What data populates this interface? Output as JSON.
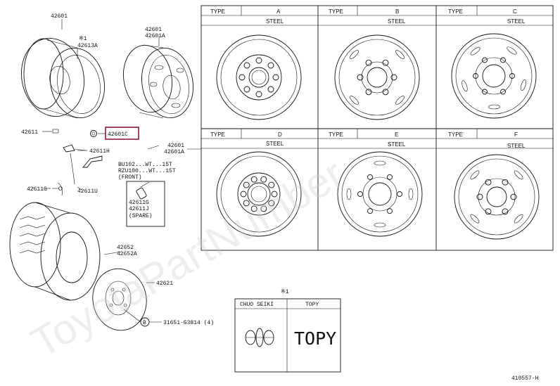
{
  "watermark": "ToyotaPartNumber",
  "labels": {
    "p42601_top": "42601",
    "note1_top": "※1",
    "p42613a": "42613A",
    "p42601_mid": "42601",
    "p42601a_mid": "42601A",
    "p42611": "42611",
    "p42601c": "42601C",
    "p42611h": "42611H",
    "p42611g_left": "42611G",
    "p42611u": "42611U",
    "bu_note": "BU102...WT...15T",
    "rzu_note": "RZU100...WT...15T",
    "front_note": "(FRONT)",
    "p42611g_box": "42611G",
    "p42611j_box": "42611J",
    "spare_note": "(SPARE)",
    "p42652": "42652",
    "p42652a": "42652A",
    "p42621": "42621",
    "b_marker": "B",
    "p_bolt": "31651-G3814 (4)",
    "p42601_right": "42601",
    "p42601a_right": "42601A",
    "figure_code": "410557-H"
  },
  "type_table": {
    "type_header": "TYPE",
    "material": "STEEL",
    "types": [
      "A",
      "B",
      "C",
      "D",
      "E",
      "F"
    ]
  },
  "maker_table": {
    "note": "※1",
    "col1": "CHUO SEIKI",
    "col2": "TOPY",
    "topy_text": "TOPY"
  }
}
